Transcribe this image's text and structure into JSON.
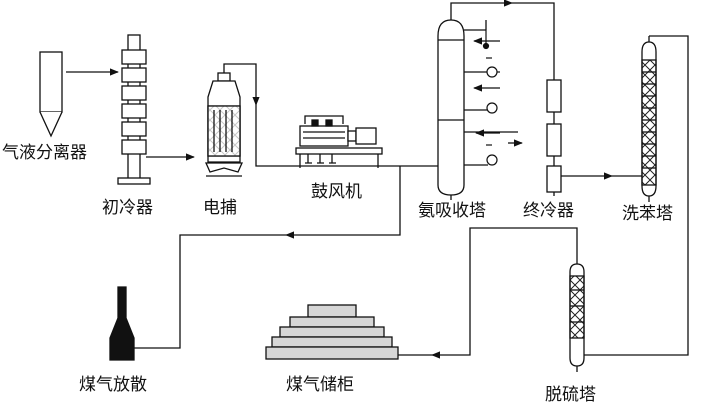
{
  "labels": {
    "separator": "气液分离器",
    "primary_cooler": "初冷器",
    "electro_catcher": "电捕",
    "blower": "鼓风机",
    "ammonia_tower": "氨吸收塔",
    "final_cooler": "终冷器",
    "benzene_tower": "洗苯塔",
    "desulfur_tower": "脱硫塔",
    "gas_holder": "煤气储柜",
    "gas_release": "煤气放散"
  }
}
